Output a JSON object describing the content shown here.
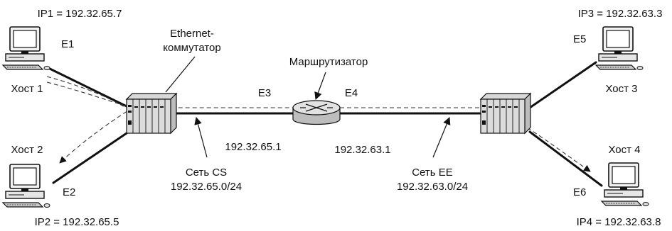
{
  "hosts": {
    "host1": {
      "label": "Хост 1",
      "ip": "IP1 = 192.32.65.7",
      "port": "E1"
    },
    "host2": {
      "label": "Хост 2",
      "ip": "IP2 = 192.32.65.5",
      "port": "E2"
    },
    "host3": {
      "label": "Хост 3",
      "ip": "IP3 = 192.32.63.3",
      "port": "E5"
    },
    "host4": {
      "label": "Хост 4",
      "ip": "IP4 = 192.32.63.8",
      "port": "E6"
    }
  },
  "switch_left": {
    "label_line1": "Ethernet-",
    "label_line2": "коммутатор"
  },
  "router": {
    "label": "Маршрутизатор",
    "port_left": "E3",
    "port_right": "E4",
    "ip_left": "192.32.65.1",
    "ip_right": "192.32.63.1"
  },
  "networks": {
    "cs": {
      "name": "Сеть CS",
      "address": "192.32.65.0/24"
    },
    "ee": {
      "name": "Сеть EE",
      "address": "192.32.63.0/24"
    }
  }
}
